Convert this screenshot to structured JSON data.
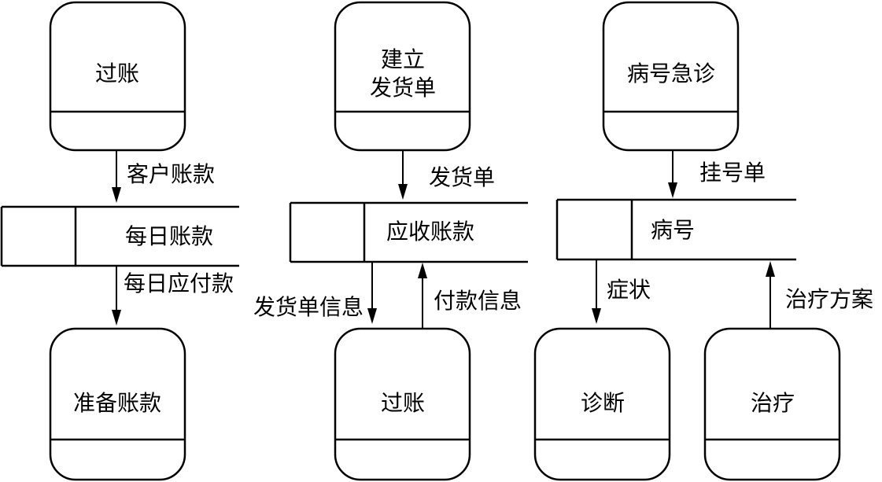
{
  "diagram1": {
    "process_top": "过账",
    "flow_in": "客户账款",
    "store": "每日账款",
    "flow_out": "每日应付款",
    "process_bottom": "准备账款"
  },
  "diagram2": {
    "process_top_line1": "建立",
    "process_top_line2": "发货单",
    "flow_in": "发货单",
    "store": "应收账款",
    "flow_down": "发货单信息",
    "flow_up": "付款信息",
    "process_bottom": "过账"
  },
  "diagram3": {
    "process_top": "病号急诊",
    "flow_in": "挂号单",
    "store": "病号",
    "flow_down": "症状",
    "flow_up": "治疗方案",
    "process_bottom_left": "诊断",
    "process_bottom_right": "治疗"
  }
}
